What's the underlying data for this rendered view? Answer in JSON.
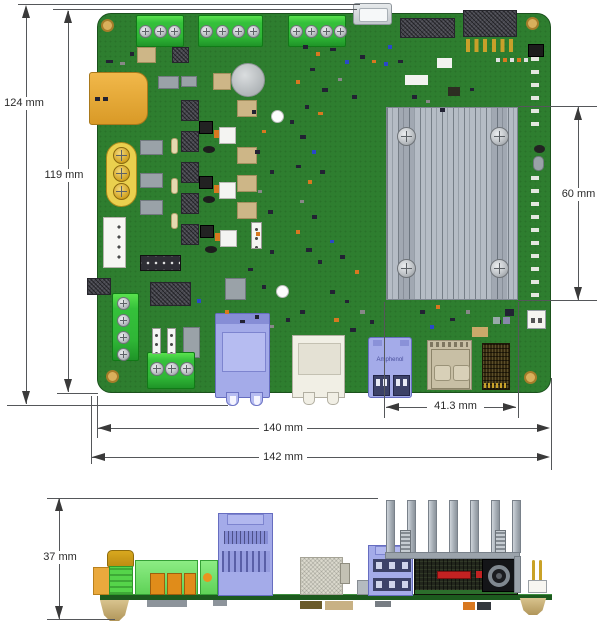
{
  "drawing": {
    "subject": "PCB assembly mechanical dimension drawing",
    "views": {
      "top": "Top view",
      "side": "Side view"
    }
  },
  "dimensions": {
    "overall_height": "124 mm",
    "pcb_height": "119 mm",
    "heatsink_height": "60 mm",
    "io_span": "41.3 mm",
    "pcb_width": "140 mm",
    "overall_width": "142 mm",
    "overall_thickness": "37 mm"
  },
  "labels": {
    "usb_brand": "Amphenol"
  },
  "colors": {
    "pcb_green": "#2e7e2f",
    "terminal_green": "#35c13b",
    "connector_orange": "#eaaa39",
    "connector_yellow": "#ead04e",
    "heatsink_grey": "#b6bdc6",
    "connector_blue": "#a4abe9",
    "connector_white": "#f1efe5",
    "dimension_line": "#55575a",
    "label_text": "#2b2b2b"
  }
}
